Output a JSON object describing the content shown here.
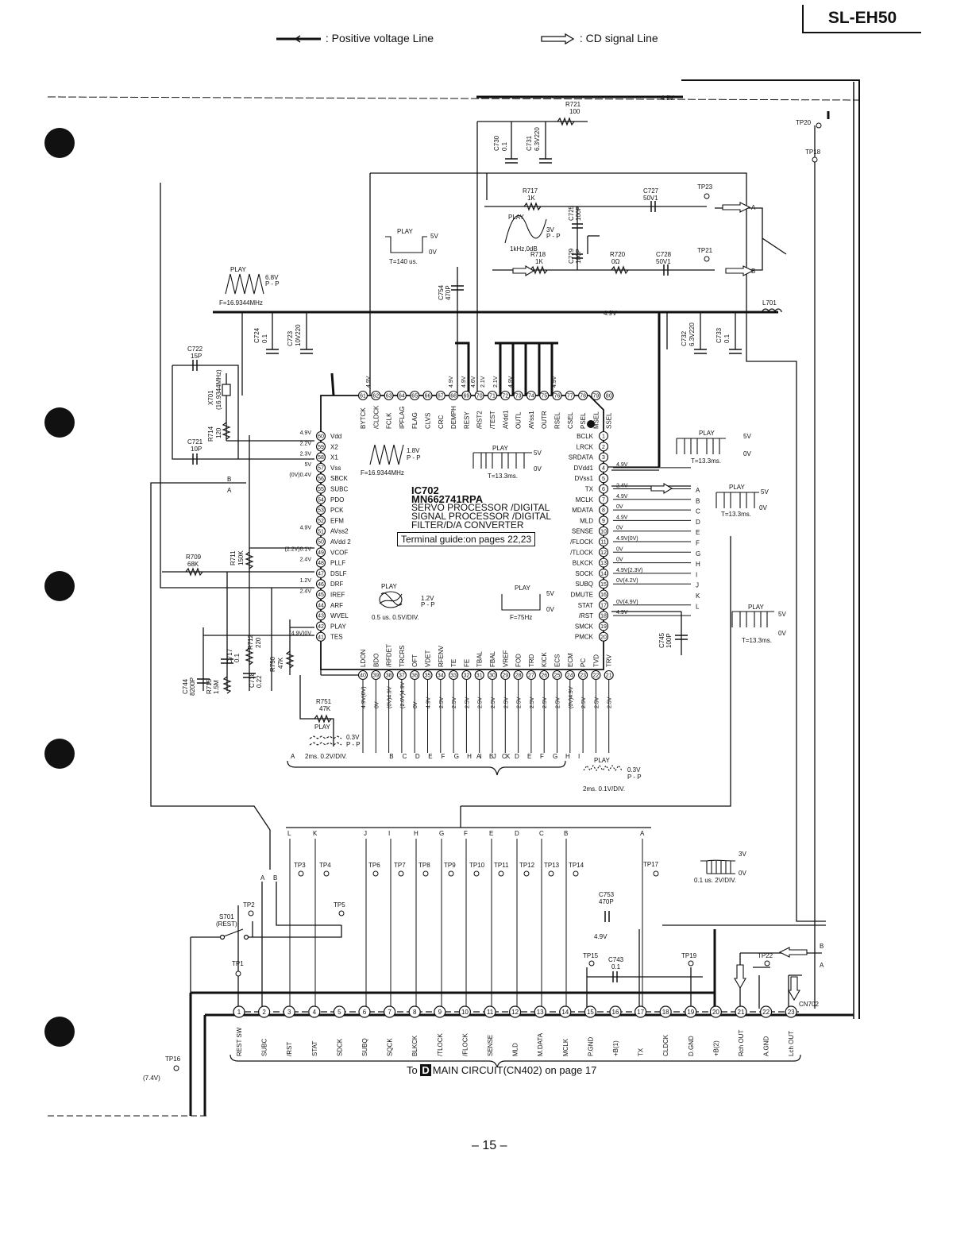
{
  "header": {
    "model": "SL-EH50"
  },
  "legend": {
    "positive_voltage": ": Positive voltage Line",
    "cd_signal": ": CD signal Line"
  },
  "ic": {
    "ref": "IC702",
    "part": "MN662741RPA",
    "desc1": "SERVO PROCESSOR /DIGITAL",
    "desc2": "SIGNAL PROCESSOR /DIGITAL",
    "desc3": "FILTER/D/A CONVERTER",
    "guide": "Terminal guide:on pages 22,23",
    "pins_top": [
      "BYTCK",
      "/CLDCK",
      "FCLK",
      "IPFLAG",
      "FLAG",
      "CLVS",
      "CRC",
      "DEMPH",
      "RESY",
      "/RST2",
      "/TEST",
      "AVdd1",
      "OUTL",
      "AVss1",
      "OUTR",
      "RSEL",
      "CSEL",
      "PSEL",
      "MSEL",
      "SSEL"
    ],
    "pins_left": [
      "Vdd",
      "X2",
      "X1",
      "Vss",
      "SBCK",
      "SUBC",
      "PDO",
      "PCK",
      "EFM",
      "AVss2",
      "AVdd 2",
      "VCOF",
      "PLLF",
      "DSLF",
      "DRF",
      "IREF",
      "ARF",
      "WVEL",
      "PLAY",
      "TES"
    ],
    "pins_right": [
      "BCLK",
      "LRCK",
      "SRDATA",
      "DVdd1",
      "DVss1",
      "TX",
      "MCLK",
      "MDATA",
      "MLD",
      "SENSE",
      "/FLOCK",
      "/TLOCK",
      "BLKCK",
      "SOCK",
      "SUBQ",
      "DMUTE",
      "STAT",
      "/RST",
      "SMCK",
      "PMCK"
    ],
    "pins_bottom": [
      "LDON",
      "BDO",
      "/RFDET",
      "TRCRS",
      "OFT",
      "VDET",
      "RFENV",
      "TE",
      "FE",
      "TBAL",
      "FBAL",
      "VREF",
      "FOD",
      "TRD",
      "KICK",
      "ECS",
      "ECM",
      "PC",
      "TVD",
      "TRV"
    ],
    "left_volt": [
      "4.9V",
      "2.2V",
      "2.3V",
      "5V",
      "(0V)0.4V",
      "4.9V",
      "(2.2V)0.1V",
      "2.4V",
      "1.2V",
      "2.4V",
      "(4.9V)0V"
    ],
    "right_volt": [
      "4.9V",
      "2.4V",
      "4.9V",
      "0V",
      "4.9V",
      "0V",
      "4.9V(0V)",
      "0V",
      "0V",
      "4.9V(2.3V)",
      "0V(4.2V)",
      "0V(4.9V)",
      "4.9V"
    ],
    "top_volt": [
      "4.9V",
      "4.9V",
      "4.9V",
      "4.6V",
      "2.1V",
      "2.1V",
      "4.9V",
      "4.9V"
    ],
    "bottom_volt": [
      "4.9V(0V)",
      "0V",
      "(0V)4.9V",
      "(2.6V)4.9V",
      "0V",
      "4.9V",
      "2.5V",
      "2.5V",
      "2.5V",
      "2.5V",
      "2.5V",
      "2.5V",
      "2.5V",
      "2.5V",
      "2.5V",
      "2.5V",
      "(0V)4.9V",
      "2.5V",
      "2.5V",
      "2.5V"
    ]
  },
  "components": {
    "r721": "R721",
    "r721v": "100",
    "c730": "C730",
    "c730v": "0.1",
    "c731": "C731",
    "c731v": "6.3V220",
    "r717": "R717",
    "r717v": "1K",
    "r718": "R718",
    "r718v": "1K",
    "c725": "C725",
    "c725v": "100P",
    "c729": "C729",
    "c729v": "100P",
    "r720": "R720",
    "r720v": "0Ω",
    "c727": "C727",
    "c727v": "50V1",
    "c728": "C728",
    "c728v": "50V1",
    "c754": "C754",
    "c754v": "470P",
    "c724": "C724",
    "c724v": "0.1",
    "c723": "C723",
    "c723v": "10V220",
    "c732": "C732",
    "c732v": "6.3V220",
    "c733": "C733",
    "c733v": "0.1",
    "l701": "L701",
    "c722": "C722",
    "c722v": "15P",
    "x701": "X701",
    "x701v": "(16.9344MHz)",
    "r714": "R714",
    "r714v": "120",
    "c721": "C721",
    "c721v": "10P",
    "r709": "R709",
    "r709v": "68K",
    "r711": "R711",
    "r711v": "150K",
    "r712": "R712",
    "r712v": "220",
    "c717": "C717",
    "c717v": "0.1",
    "c718": "C718",
    "c718v": "0.22",
    "r750": "R750",
    "r750v": "47K",
    "c744": "C744",
    "c744v": "8200P",
    "r715": "R715",
    "r715v": "1.5M",
    "r751": "R751",
    "r751v": "47K",
    "c745": "C745",
    "c745v": "100P",
    "c753": "C753",
    "c753v": "470P",
    "c743": "C743",
    "c743v": "0.1",
    "s701": "S701",
    "s701v": "(REST)",
    "cn702": "CN702"
  },
  "waveforms": {
    "play": "PLAY",
    "w1_v": "5V",
    "w1_z": "0V",
    "w1_t": "T=140 us.",
    "w2_v": "3V",
    "w2_p": "P - P",
    "w2_f": "1kHz,0dB",
    "w3_v": "6.8V",
    "w3_p": "P - P",
    "w3_f": "F=16.9344MHz",
    "w4_v": "1.8V",
    "w4_p": "P - P",
    "w4_f": "F=16.9344MHz",
    "w5_v": "5V",
    "w5_z": "0V",
    "w5_t": "T=13.3ms.",
    "w6_v": "5V",
    "w6_z": "0V",
    "w6_t": "T=13.3ms.",
    "w7_v": "5V",
    "w7_z": "0V",
    "w7_t": "T=13.3ms.",
    "w8_v": "1.2V",
    "w8_p": "P - P",
    "w8_s": "0.5 us. 0.5V/DIV.",
    "w9_v": "5V",
    "w9_z": "0V",
    "w9_f": "F=75Hz",
    "w10_v": "5V",
    "w10_z": "0V",
    "w10_t": "T=13.3ms.",
    "w11_v": "0.3V",
    "w11_p": "P - P",
    "w11_s": "2ms. 0.2V/DIV.",
    "w12_v": "0.3V",
    "w12_p": "P - P",
    "w12_s": "2ms. 0.1V/DIV.",
    "w13_v": "3V",
    "w13_z": "0V",
    "w13_s": "0.1 us. 2V/DIV."
  },
  "testpoints": {
    "tp20": "TP20",
    "tp18": "TP18",
    "tp23": "TP23",
    "tp21": "TP21",
    "tp1": "TP1",
    "tp2": "TP2",
    "tp5": "TP5",
    "tp16": "TP16",
    "tp16v": "(7.4V)",
    "tp15": "TP15",
    "tp19": "TP19",
    "tp22": "TP22",
    "tp17": "TP17",
    "row": [
      "TP3",
      "TP4",
      "TP6",
      "TP7",
      "TP8",
      "TP9",
      "TP10",
      "TP11",
      "TP12",
      "TP13",
      "TP14"
    ]
  },
  "rails": {
    "v49": "4.9V"
  },
  "bus_letters": {
    "left_group": [
      "A",
      "B",
      "C",
      "D",
      "E",
      "F",
      "G",
      "H",
      "I",
      "J",
      "K"
    ],
    "right_group": [
      "A",
      "B",
      "C",
      "D",
      "E",
      "F",
      "G",
      "H",
      "I"
    ],
    "bottom_bus": [
      "L",
      "K",
      "J",
      "I",
      "H",
      "G",
      "F",
      "E",
      "D",
      "C",
      "B",
      "A"
    ],
    "ic_right": [
      "A",
      "B",
      "C",
      "D",
      "E",
      "F",
      "G",
      "H",
      "I",
      "J",
      "K",
      "L"
    ],
    "ab": [
      "A",
      "B"
    ]
  },
  "connector": {
    "pins": [
      "REST SW",
      "SUBC",
      "/RST",
      "STAT",
      "SDCK",
      "SUBQ",
      "SQCK",
      "BLKCK",
      "/TLOCK",
      "/FLOCK",
      "SENSE",
      "MLD",
      "M.DATA",
      "MCLK",
      "P.GND",
      "+B(1)",
      "TX",
      "CLDCK",
      "D.GND",
      "+B(2)",
      "Rch OUT",
      "A.GND",
      "Lch OUT"
    ],
    "to_label": "MAIN CIRCUIT(CN402) on page 17",
    "to_prefix": "To",
    "to_box": "D"
  },
  "footer": {
    "page": "– 15 –"
  }
}
